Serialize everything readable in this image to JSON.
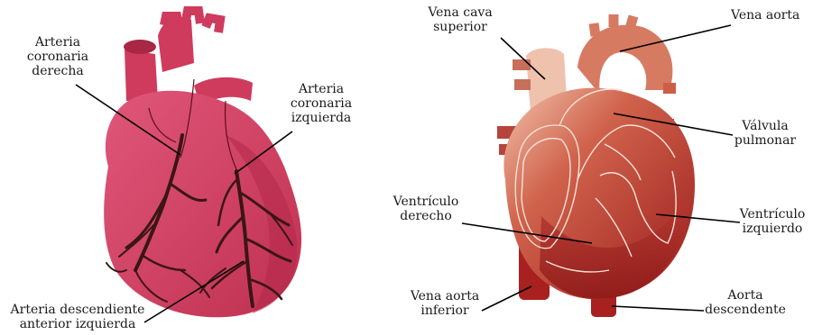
{
  "left_diagram": {
    "labels": {
      "right_coronary": [
        "Arteria",
        "coronaria",
        "derecha"
      ],
      "left_coronary": [
        "Arteria",
        "coronaria",
        "izquierda"
      ],
      "lad": [
        "Arteria descendiente",
        "anterior izquierda"
      ]
    }
  },
  "right_diagram": {
    "labels": {
      "svc": [
        "Vena cava",
        "superior"
      ],
      "aorta": [
        "Vena aorta"
      ],
      "pulmonary_valve": [
        "Válvula",
        "pulmonar"
      ],
      "right_ventricle": [
        "Ventrículo",
        "derecho"
      ],
      "left_ventricle": [
        "Ventrículo",
        "izquierdo"
      ],
      "ivc": [
        "Vena aorta",
        "inferior"
      ],
      "descending_aorta": [
        "Aorta",
        "descendente"
      ]
    }
  },
  "colors": {
    "left_heart": "#d13a5c",
    "left_heart_dark": "#b52a4c",
    "left_vessels": "#3a1c1c",
    "right_heart_light": "#e8a38a",
    "right_heart_mid": "#c4503e",
    "right_heart_dark": "#9c1f1f",
    "leader_line": "#000000"
  }
}
